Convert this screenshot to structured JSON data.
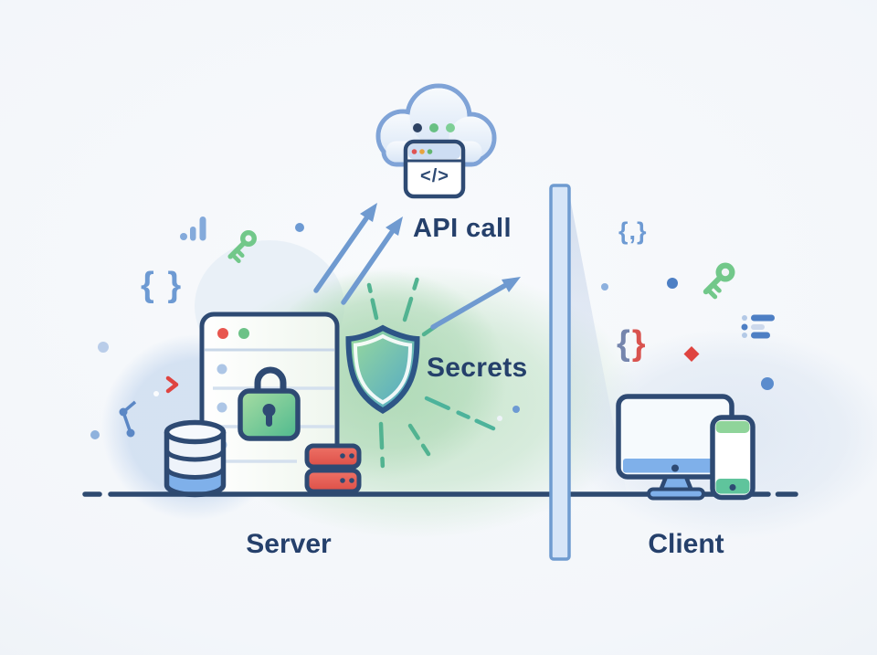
{
  "scene": {
    "left_label": "Server",
    "right_label": "Client",
    "shield_label": "Secrets",
    "cloud_label": "API call",
    "code_glyph": "</>"
  },
  "decorations": {
    "braces_left": "{ }",
    "braces_comma": "{,}",
    "brace_open": "{",
    "brace_close": "}"
  },
  "icons": {
    "cloud-icon": "cloud shape with three status dots",
    "code-window-icon": "browser window with </> glyph",
    "shield-icon": "green security shield",
    "lock-icon": "green padlock with keyhole",
    "browser-window-icon": "app window with list rows",
    "database-icon": "striped database cylinder",
    "server-rack-icon": "two red rack units with dots",
    "divider-wall": "vertical wall between server and client",
    "monitor-icon": "desktop monitor with stand",
    "phone-icon": "smartphone with green bands",
    "key-icon": "angled key (green)",
    "bar-chart-icon": "three rising bars",
    "list-icon": "bulleted list rows",
    "diamond-icon": "red diamond",
    "chevron-icon": "red angle bracket",
    "arrow-icon": "blue arrows toward cloud / wall",
    "ray-icon": "green dashed rays radiating from shield"
  },
  "colors": {
    "navy_outline": "#2e4a73",
    "text": "#25406b",
    "blue": "#6f9ad0",
    "light_blue": "#cfe0f5",
    "accent_blue": "#7fb0ea",
    "green": "#72c88a",
    "shield_green": "#9bdb9b",
    "shield_teal": "#4ea6c8",
    "red": "#df4f48",
    "orange": "#e8a33d",
    "background": "#f2f5f9"
  }
}
